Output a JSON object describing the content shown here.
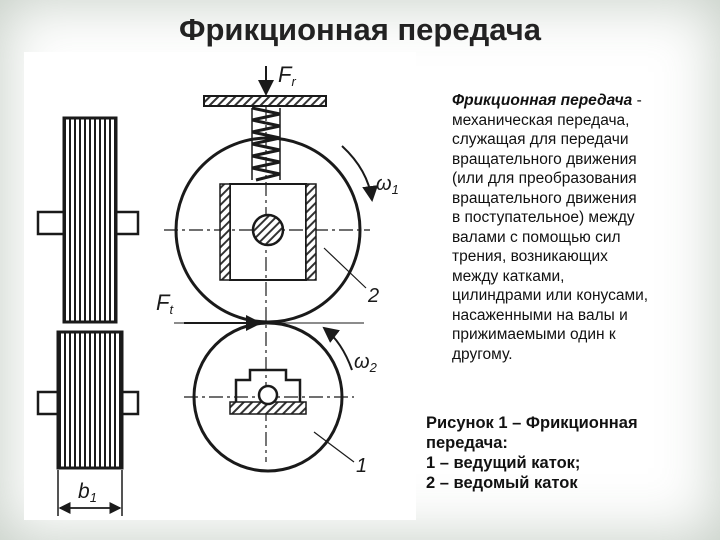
{
  "slide": {
    "title": "Фрикционная передача",
    "description": {
      "term": "Фрикционная передача",
      "dash": " -",
      "lines": [
        "механическая передача,",
        "служащая для передачи",
        "вращательного движения",
        "(или для преобразования",
        "вращательного движения",
        "в поступательное) между",
        "валами с помощью сил",
        "трения, возникающих",
        "между катками,",
        "цилиндрами или конусами,",
        "насаженными на валы и",
        "прижимаемыми один к",
        "другому."
      ]
    },
    "caption": [
      "Рисунок 1 –  Фрикционная",
      "передача:",
      "1 – ведущий каток;",
      "2 – ведомый каток"
    ]
  },
  "figure": {
    "labels": {
      "force_r_base": "F",
      "force_r_sub": "r",
      "force_t_base": "F",
      "force_t_sub": "t",
      "omega1_base": "ω",
      "omega1_sub": "1",
      "omega2_base": "ω",
      "omega2_sub": "2",
      "part1": "1",
      "part2": "2",
      "width_base": "b",
      "width_sub": "1"
    },
    "colors": {
      "ink": "#1a1a1a",
      "hatch": "#333333"
    }
  }
}
